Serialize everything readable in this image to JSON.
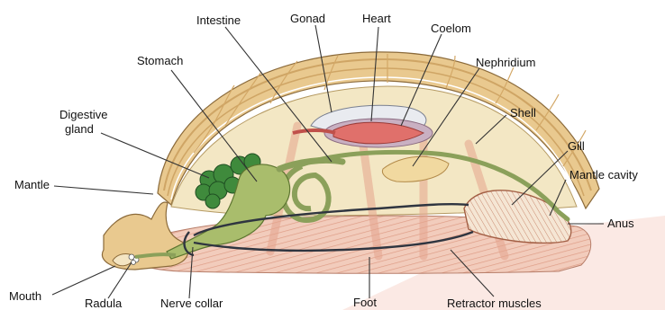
{
  "labels": {
    "intestine": "Intestine",
    "gonad": "Gonad",
    "heart": "Heart",
    "coelom": "Coelom",
    "stomach": "Stomach",
    "nephridium": "Nephridium",
    "digestive_gland_line1": "Digestive",
    "digestive_gland_line2": "gland",
    "shell": "Shell",
    "gill": "Gill",
    "mantle": "Mantle",
    "mantle_cavity": "Mantle cavity",
    "anus": "Anus",
    "mouth": "Mouth",
    "radula": "Radula",
    "nerve_collar": "Nerve collar",
    "foot": "Foot",
    "retractor_muscles": "Retractor muscles"
  },
  "colors": {
    "shell_outer": "#e9c98f",
    "shell_stripe": "#cfa565",
    "mantle_inner": "#f3e7c4",
    "foot": "#f4d9c4",
    "muscle": "#e6a78f",
    "gut": "#a9bd6c",
    "gut_dark": "#6e8a3a",
    "digestive_gland": "#3f8a3c",
    "heart": "#e0706b",
    "gonad": "#e9ebf0",
    "nephridium": "#f1d9a0",
    "nerve": "#2f3540"
  }
}
